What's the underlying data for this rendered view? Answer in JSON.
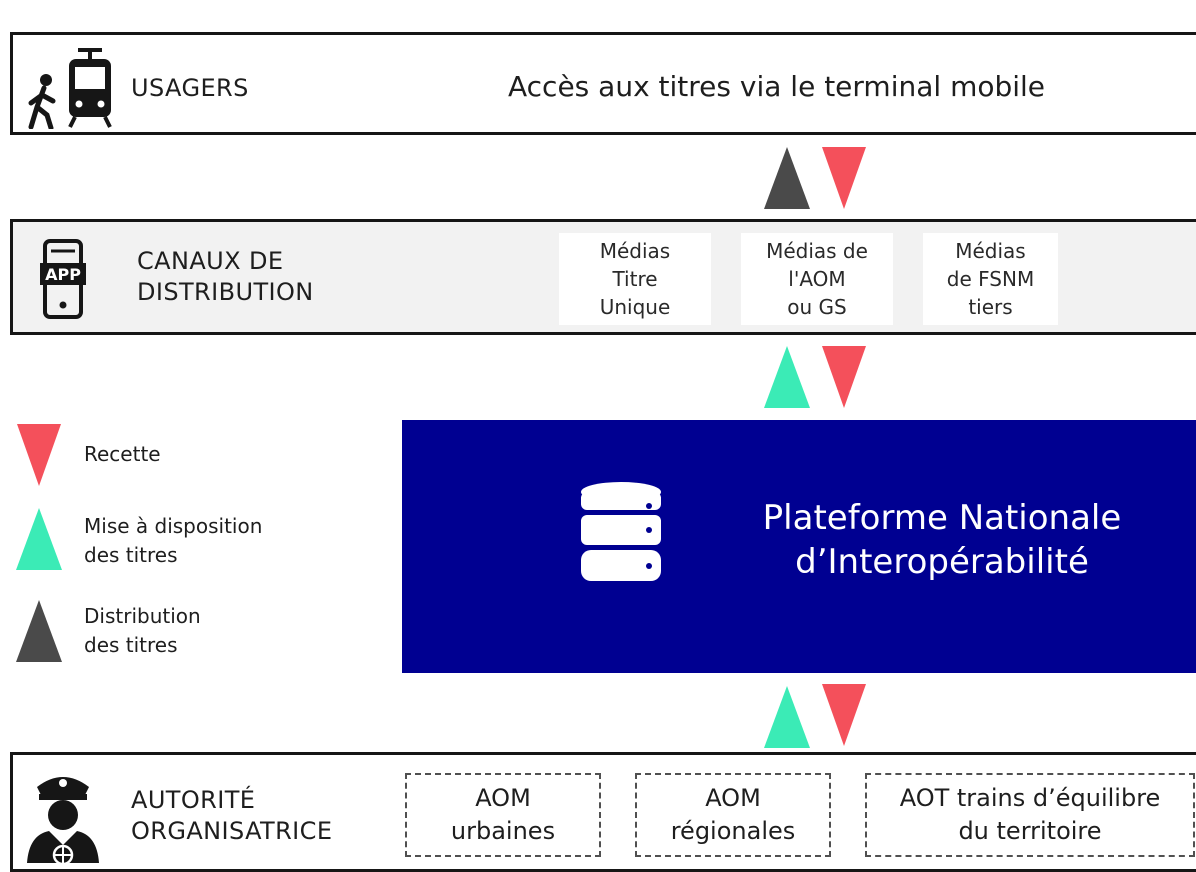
{
  "usagers": {
    "label": "USAGERS",
    "tagline": "Accès aux titres via le terminal mobile"
  },
  "canaux": {
    "label": "CANAUX DE\nDISTRIBUTION",
    "app_icon_text": "APP",
    "media": [
      "Médias\nTitre\nUnique",
      "Médias de\nl'AOM\nou GS",
      "Médias\nde FSNM\ntiers"
    ]
  },
  "platform": {
    "title": "Plateforme Nationale\nd’Interopérabilité",
    "icon": "database-icon"
  },
  "legend": [
    {
      "label": "Recette",
      "color": "#f4505b",
      "shape": "down-triangle"
    },
    {
      "label": "Mise à disposition\ndes titres",
      "color": "#3bebb6",
      "shape": "up-triangle"
    },
    {
      "label": "Distribution\ndes titres",
      "color": "#4a4a4a",
      "shape": "up-triangle"
    }
  ],
  "autorite": {
    "label": "AUTORITÉ\nORGANISATRICE",
    "entities": [
      "AOM\nurbaines",
      "AOM\nrégionales",
      "AOT trains d’équilibre\ndu territoire"
    ]
  },
  "colors": {
    "platform": "#000091",
    "recette": "#f4505b",
    "mise_a_disposition": "#3bebb6",
    "distribution": "#4a4a4a"
  }
}
